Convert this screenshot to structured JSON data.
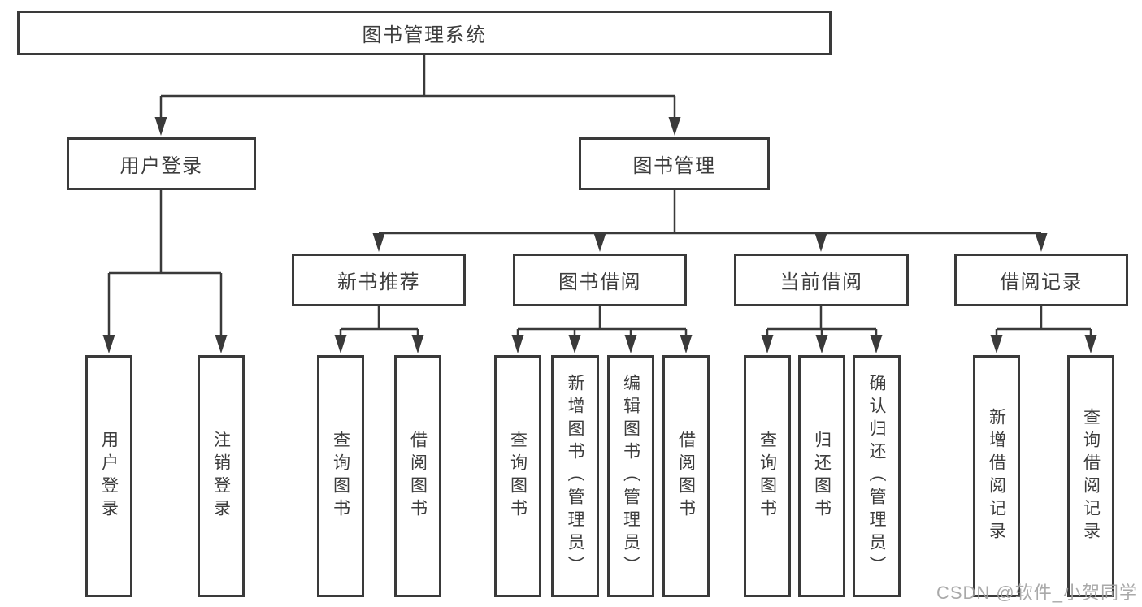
{
  "colors": {
    "line": "#3a3a3a",
    "text": "#3d3d3d",
    "box-bg": "#ffffff",
    "watermark": "#a0a0a0",
    "background": "#ffffff"
  },
  "watermark": {
    "text": "CSDN @软件_小贺同学"
  },
  "tree": {
    "label": "图书管理系统",
    "children": [
      {
        "label": "用户登录",
        "children": [
          {
            "label": "用户登录"
          },
          {
            "label": "注销登录"
          }
        ]
      },
      {
        "label": "图书管理",
        "children": [
          {
            "label": "新书推荐",
            "children": [
              {
                "label": "查询图书"
              },
              {
                "label": "借阅图书"
              }
            ]
          },
          {
            "label": "图书借阅",
            "children": [
              {
                "label": "查询图书"
              },
              {
                "label": "新增图书（管理员）"
              },
              {
                "label": "编辑图书（管理员）"
              },
              {
                "label": "借阅图书"
              }
            ]
          },
          {
            "label": "当前借阅",
            "children": [
              {
                "label": "查询图书"
              },
              {
                "label": "归还图书"
              },
              {
                "label": "确认归还（管理员）"
              }
            ]
          },
          {
            "label": "借阅记录",
            "children": [
              {
                "label": "新增借阅记录"
              },
              {
                "label": "查询借阅记录"
              }
            ]
          }
        ]
      }
    ]
  }
}
